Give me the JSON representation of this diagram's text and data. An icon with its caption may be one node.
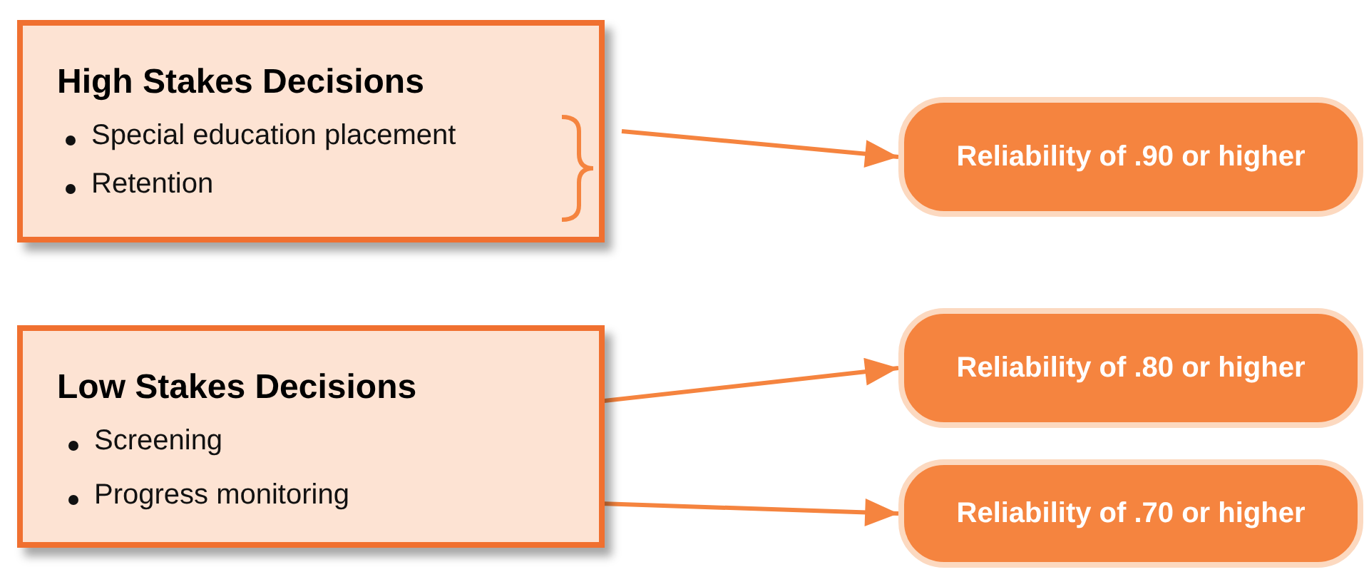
{
  "diagram": {
    "nodes": [
      {
        "text": [
          "High Stakes Decisions",
          "Special education placement",
          "Retention"
        ]
      },
      {
        "text": [
          "Reliability of .90 or higher"
        ]
      },
      {
        "text": [
          "Low Stakes Decisions"
        ]
      },
      {
        "text": [
          "Screening"
        ],
        "in": 2
      },
      {
        "text": [
          "Progress monitoring"
        ],
        "in": 2
      },
      {
        "text": [
          "Reliability of .80 or higher"
        ]
      },
      {
        "text": [
          "Reliability of .70 or higher"
        ]
      }
    ],
    "edges": [
      {
        "from": 0,
        "to": 1,
        "arrow": "to"
      },
      {
        "from": 3,
        "to": 5,
        "arrow": "to"
      },
      {
        "from": 4,
        "to": 6,
        "arrow": "to"
      }
    ]
  }
}
